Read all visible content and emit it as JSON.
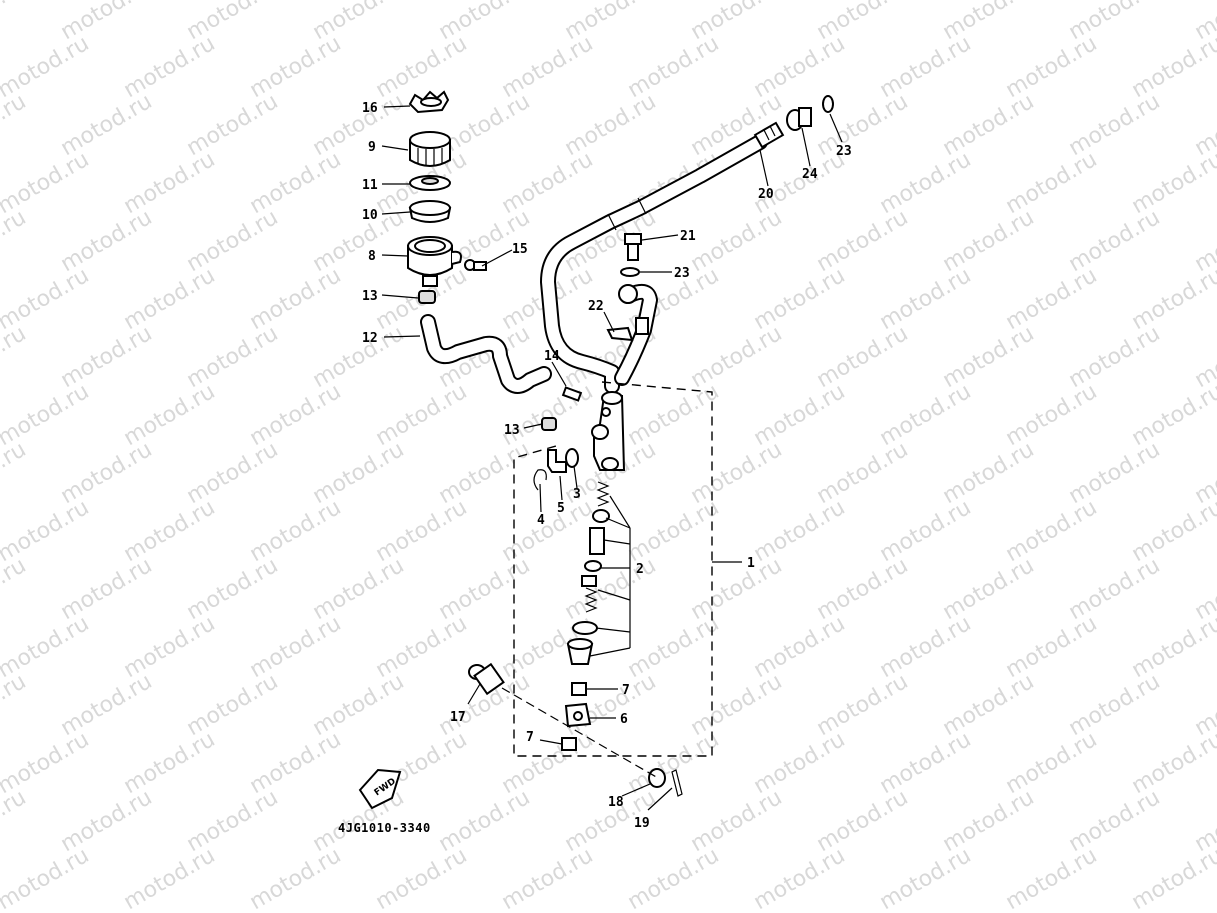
{
  "watermark": "motod.ru",
  "diagram_code": "4JG1010-3340",
  "fwd_label": "FWD",
  "callouts": {
    "c1": "1",
    "c2": "2",
    "c3": "3",
    "c4": "4",
    "c5": "5",
    "c6": "6",
    "c7a": "7",
    "c7b": "7",
    "c8": "8",
    "c9": "9",
    "c10": "10",
    "c11": "11",
    "c12": "12",
    "c13a": "13",
    "c13b": "13",
    "c14": "14",
    "c15": "15",
    "c16": "16",
    "c17": "17",
    "c18": "18",
    "c19": "19",
    "c20": "20",
    "c21": "21",
    "c22": "22",
    "c23a": "23",
    "c23b": "23",
    "c24": "24"
  }
}
